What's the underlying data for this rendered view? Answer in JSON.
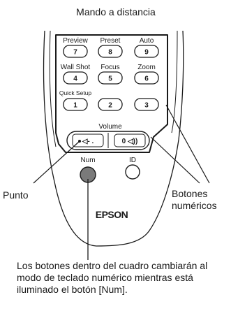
{
  "title": "Mando a distancia",
  "labels": {
    "punto": "Punto",
    "botones_line1": "Botones",
    "botones_line2": "numéricos",
    "brand": "EPSON",
    "volume": "Volume",
    "num": "Num",
    "id": "ID"
  },
  "buttons": [
    {
      "label": "Preview",
      "digit": "7"
    },
    {
      "label": "Preset",
      "digit": "8"
    },
    {
      "label": "Auto",
      "digit": "9"
    },
    {
      "label": "Wall Shot",
      "digit": "4"
    },
    {
      "label": "Focus",
      "digit": "5"
    },
    {
      "label": "Zoom",
      "digit": "6"
    },
    {
      "label": "Quick Setup",
      "digit": "1"
    },
    {
      "label": "",
      "digit": "2"
    },
    {
      "label": "",
      "digit": "3"
    }
  ],
  "volume_buttons": {
    "left": "◁- .",
    "right": "0 ◁))"
  },
  "note": "Los botones dentro del cuadro cambiarán al modo de teclado numérico mientras está iluminado el botón [Num]."
}
